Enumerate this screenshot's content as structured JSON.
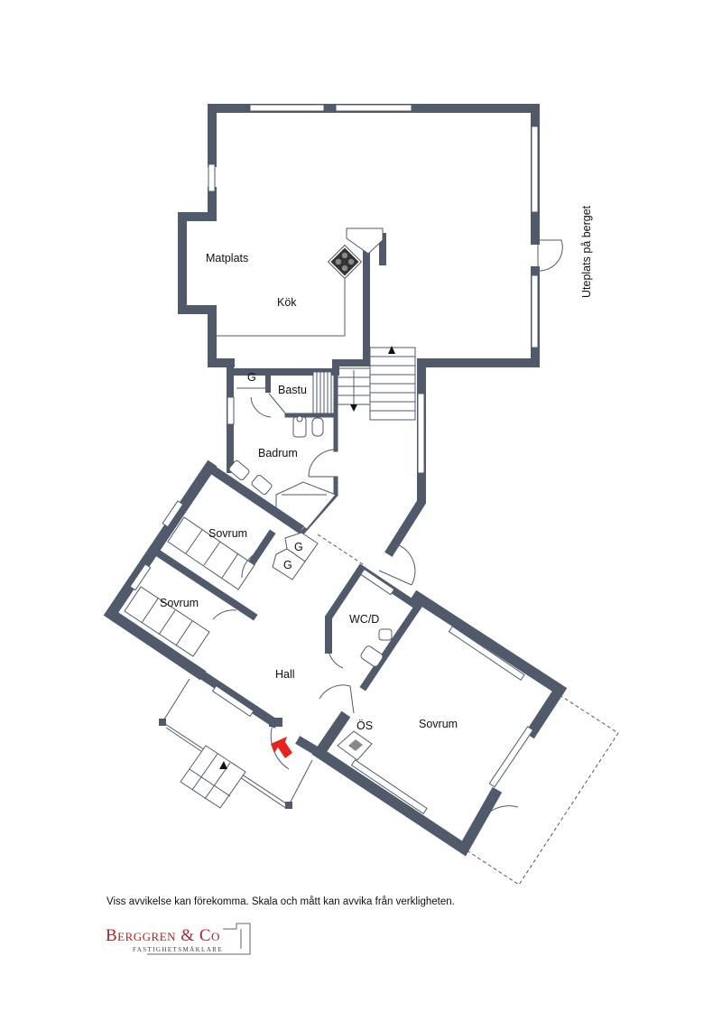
{
  "rooms": {
    "matplats": "Matplats",
    "kok": "Kök",
    "bastu": "Bastu",
    "g1": "G",
    "badrum": "Badrum",
    "sovrum_top": "Sovrum",
    "g2": "G",
    "g3": "G",
    "sovrum_left": "Sovrum",
    "wcd": "WC/D",
    "hall": "Hall",
    "os": "ÖS",
    "sovrum_right": "Sovrum"
  },
  "outside_label": "Uteplats på berget",
  "disclaimer": "Viss avvikelse kan förekomma. Skala och mått kan avvika från verkligheten.",
  "logo": {
    "name": "Berggren & Co",
    "subtitle": "Fastighetsmäklare"
  },
  "colors": {
    "wall": "#505a6b",
    "entrance_arrow": "#e8231f",
    "logo_red": "#a6272d"
  }
}
